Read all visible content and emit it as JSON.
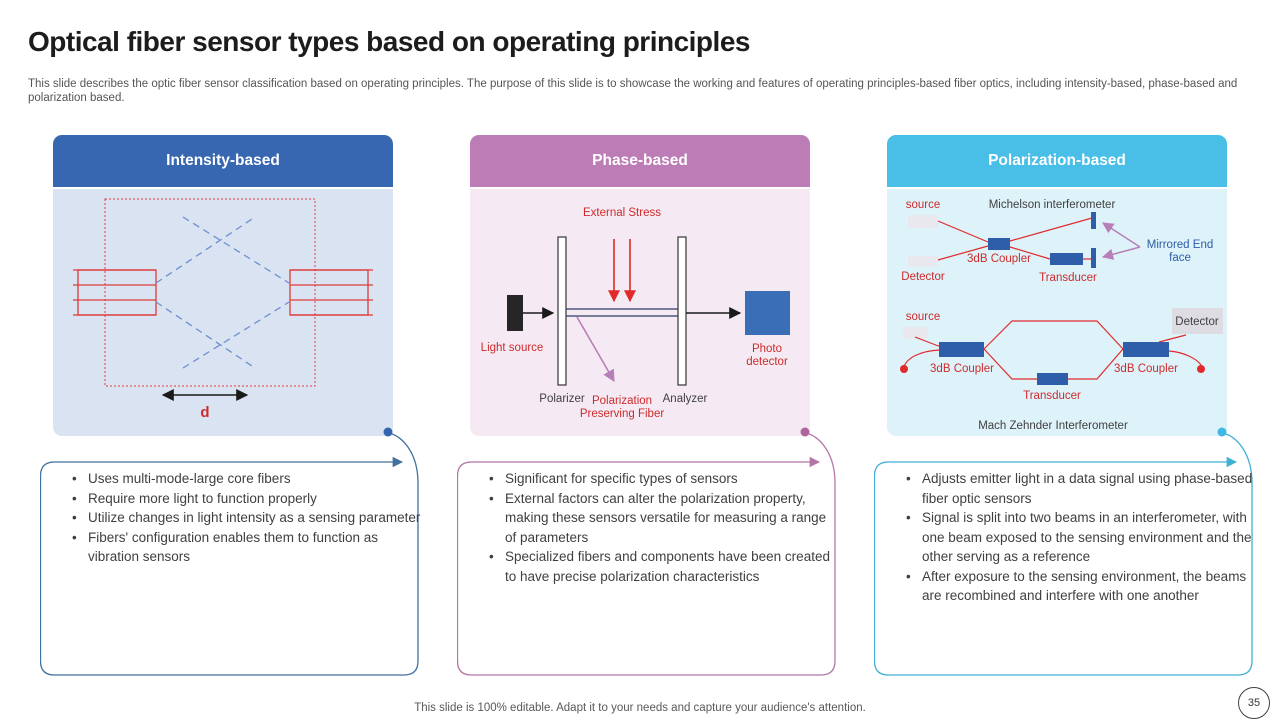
{
  "slide": {
    "title": "Optical fiber sensor types based on operating principles",
    "description": "This slide describes the optic fiber sensor classification based on operating principles. The purpose of this slide is to showcase the working and features of operating principles-based fiber optics, including intensity-based, phase-based and polarization based.",
    "footer": "This slide is 100% editable. Adapt it to your needs and capture your audience's attention.",
    "page_number": "35"
  },
  "colors": {
    "intensity_accent": "#3767B1",
    "intensity_panel_bg": "#DAE3F2",
    "phase_accent": "#BC7CB6",
    "phase_panel_bg": "#F5EAF3",
    "polarization_accent": "#49BEE7",
    "polarization_panel_bg": "#DEF2FA",
    "diagram_red": "#E02B2B",
    "shape_blue": "#2E5EA9",
    "photo_detector_blue": "#3A6FB8"
  },
  "columns": [
    {
      "title": "Intensity-based",
      "diagram": {
        "distance_label": "d"
      },
      "bullets": [
        "Uses multi-mode-large core fibers",
        "Require more light to function properly",
        "Utilize changes in light intensity as a sensing parameter",
        "Fibers' configuration enables them to function as vibration sensors"
      ]
    },
    {
      "title": "Phase-based",
      "diagram": {
        "external_stress": "External Stress",
        "light_source": "Light source",
        "polarizer": "Polarizer",
        "analyzer": "Analyzer",
        "photo_detector_line1": "Photo",
        "photo_detector_line2": "detector",
        "fiber_label_line1": "Polarization",
        "fiber_label_line2": "Preserving Fiber"
      },
      "bullets": [
        "Significant for specific types of sensors",
        "External factors can alter the polarization property, making these sensors versatile for measuring a range of parameters",
        "Specialized fibers and components have been created to have precise polarization characteristics"
      ]
    },
    {
      "title": "Polarization-based",
      "diagram": {
        "michelson": {
          "title": "Michelson interferometer",
          "source": "source",
          "detector": "Detector",
          "coupler": "3dB Coupler",
          "transducer": "Transducer",
          "mirror_line1": "Mirrored End",
          "mirror_line2": "face"
        },
        "mach_zehnder": {
          "title": "Mach Zehnder Interferometer",
          "source": "source",
          "detector": "Detector",
          "coupler_left": "3dB Coupler",
          "coupler_right": "3dB Coupler",
          "transducer": "Transducer"
        }
      },
      "bullets": [
        "Adjusts emitter light in a data signal using phase-based fiber optic sensors",
        "Signal is split into two beams in an interferometer, with one beam exposed to the sensing environment and the other serving as a reference",
        "After exposure to the sensing environment, the beams are recombined and interfere with one another"
      ]
    }
  ]
}
